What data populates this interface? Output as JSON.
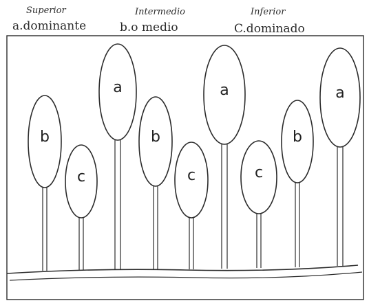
{
  "legend": [
    {
      "class_name": "Superior",
      "code": "a",
      "code_label": "a.dominante"
    },
    {
      "class_name": "Intermedio",
      "code": "b",
      "code_label": "b.o medio"
    },
    {
      "class_name": "Inferior",
      "code": "c",
      "code_label": "C.dominado"
    }
  ],
  "trees": [
    {
      "label": "b"
    },
    {
      "label": "c"
    },
    {
      "label": "a"
    },
    {
      "label": "b"
    },
    {
      "label": "c"
    },
    {
      "label": "a"
    },
    {
      "label": "c"
    },
    {
      "label": "b"
    },
    {
      "label": "a"
    }
  ],
  "colors": {
    "ink": "#2b2b2b",
    "background": "#ffffff"
  }
}
